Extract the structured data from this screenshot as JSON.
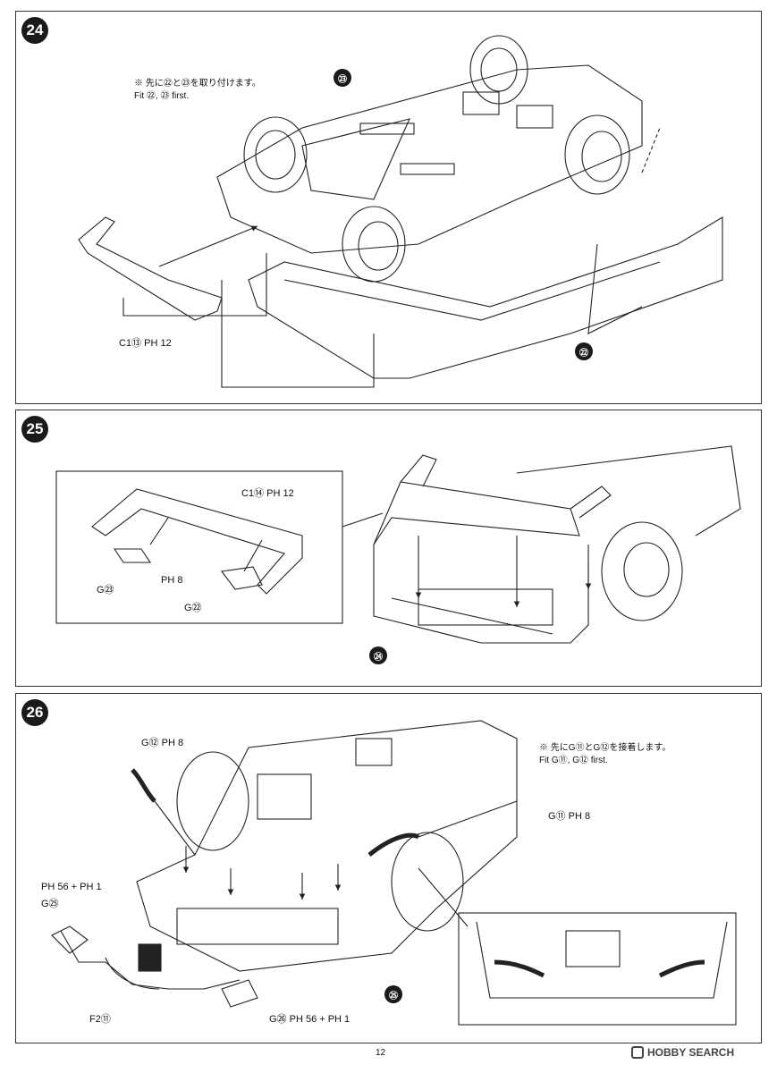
{
  "steps": [
    {
      "number": "24",
      "notes": [
        "※ 先に㉒と㉓を取り付けます。",
        "Fit ㉒, ㉓ first."
      ],
      "callouts": [
        "㉓",
        "㉒"
      ],
      "parts": [
        {
          "text": "C1⑬ PH 12"
        }
      ]
    },
    {
      "number": "25",
      "callouts": [
        "㉔"
      ],
      "parts": [
        {
          "text": "C1⑭ PH 12"
        },
        {
          "text": "PH 8"
        },
        {
          "text": "G㉓"
        },
        {
          "text": "G㉒"
        }
      ]
    },
    {
      "number": "26",
      "notes": [
        "※ 先にG⑪とG⑫を接着します。",
        "Fit G⑪, G⑫ first."
      ],
      "callouts": [
        "㉕"
      ],
      "parts": [
        {
          "text": "G⑫ PH 8"
        },
        {
          "text": "G⑪ PH 8"
        },
        {
          "text": "PH 56 + PH 1"
        },
        {
          "text": "G㉕"
        },
        {
          "text": "F2⑪"
        },
        {
          "text": "G㉖ PH 56 + PH 1"
        }
      ]
    }
  ],
  "footer": {
    "page_number": "12",
    "watermark": "HOBBY SEARCH"
  }
}
